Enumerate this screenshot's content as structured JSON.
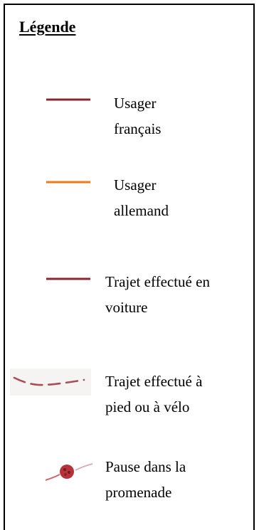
{
  "legend": {
    "title": "Légende",
    "entries": [
      {
        "line1": "Usager",
        "line2": "français",
        "symbol": "solid-line",
        "color": "#8B2530"
      },
      {
        "line1": "Usager",
        "line2": "allemand",
        "symbol": "solid-line",
        "color": "#F07A1A"
      },
      {
        "line1": "Trajet effectué en",
        "line2": "voiture",
        "symbol": "solid-line",
        "color": "#8B2530"
      },
      {
        "line1": "Trajet effectué à",
        "line2": "pied ou à vélo",
        "symbol": "dashed-curve",
        "color": "#9B3038"
      },
      {
        "line1": "Pause dans la",
        "line2": "promenade",
        "symbol": "pause-dot-icon",
        "color": "#B5333B"
      }
    ]
  }
}
